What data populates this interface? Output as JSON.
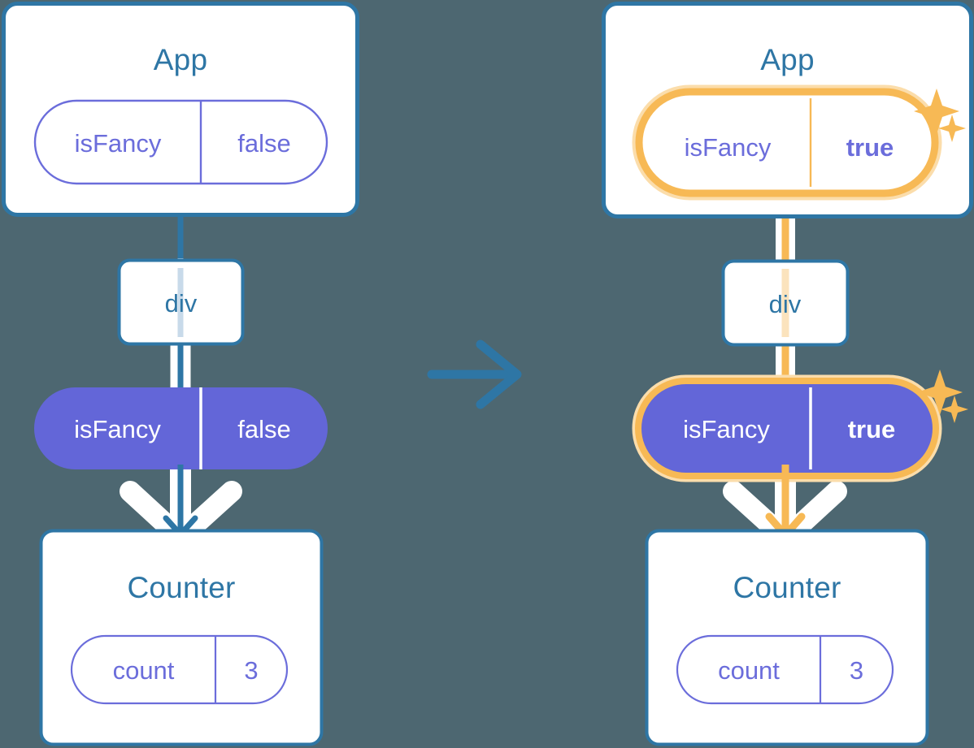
{
  "diagram": {
    "type": "react-state-propagation",
    "background_color": "#4d6771",
    "colors": {
      "box_border_blue": "#2e76a5",
      "box_fill_white": "#ffffff",
      "text_blue": "#2e76a5",
      "text_purple": "#6b6ddb",
      "pill_fill_purple": "#6366d8",
      "highlight_orange": "#f7b955",
      "highlight_orange_glow": "#fbddab",
      "arrow_white": "#ffffff",
      "sparkle_orange": "#f7b955"
    },
    "transition_arrow": {
      "icon": "arrow-right-icon",
      "direction": "right",
      "color": "#2e76a5"
    },
    "panels": [
      {
        "id": "before",
        "side": "left",
        "root": {
          "name": "App",
          "state_pill": {
            "key": "isFancy",
            "value": "false",
            "style": "outline",
            "highlighted": false,
            "value_bold": false
          }
        },
        "intermediate": {
          "name": "div"
        },
        "props_pill": {
          "key": "isFancy",
          "value": "false",
          "style": "filled",
          "highlighted": false,
          "value_bold": false
        },
        "child": {
          "name": "Counter",
          "state_pill": {
            "key": "count",
            "value": "3",
            "style": "outline",
            "highlighted": false,
            "value_bold": false
          }
        },
        "flow_color": "#2e76a5",
        "sparkles": false
      },
      {
        "id": "after",
        "side": "right",
        "root": {
          "name": "App",
          "state_pill": {
            "key": "isFancy",
            "value": "true",
            "style": "outline",
            "highlighted": true,
            "value_bold": true
          }
        },
        "intermediate": {
          "name": "div"
        },
        "props_pill": {
          "key": "isFancy",
          "value": "true",
          "style": "filled",
          "highlighted": true,
          "value_bold": true
        },
        "child": {
          "name": "Counter",
          "state_pill": {
            "key": "count",
            "value": "3",
            "style": "outline",
            "highlighted": false,
            "value_bold": false
          }
        },
        "flow_color": "#f7b955",
        "sparkles": true
      }
    ]
  }
}
